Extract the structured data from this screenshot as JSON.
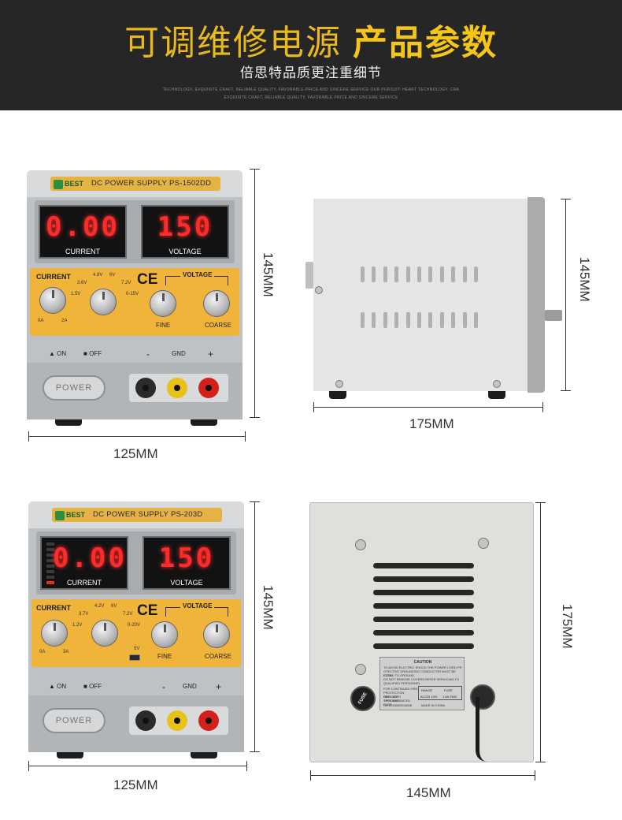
{
  "header": {
    "title_light": "可调维修电源",
    "title_bold": "产品参数",
    "subtitle": "倍思特品质更注重细节",
    "tagline_1": "TECHNOLOGY, EXQUISITE CRAFT, RELIABLE QUALITY, FAVORABLE PRICE AND SINCERE SERVICE OUR PURSUIT: HEART TECHNOLOGY, CRA",
    "tagline_2": "EXQUISITE CRAFT, RELIABLE QUALITY, FAVORABLE PRICE AND SINCERE SERVICE"
  },
  "unit1": {
    "model_label": "DC POWER SUPPLY PS-1502DD",
    "logo": "BEST",
    "current_display": "0.00",
    "voltage_display": "150",
    "current_label": "CURRENT",
    "voltage_label": "VOLTAGE",
    "ce": "CE",
    "current_cap": "CURRENT",
    "voltage_cap": "VOLTAGE",
    "scale_1": "1.5V",
    "scale_2": "3.6V",
    "scale_3": "4.8V",
    "scale_4": "6V",
    "scale_5": "7.2V",
    "scale_6": "0-15V",
    "amp_min": "0A",
    "amp_max": "2A",
    "fine": "FINE",
    "coarse": "COARSE",
    "on": "ON",
    "off": "OFF",
    "minus": "-",
    "gnd": "GND",
    "plus": "+",
    "power": "POWER"
  },
  "unit2": {
    "model_label": "DC POWER SUPPLY  PS-203D",
    "logo": "BEST",
    "current_display": "0.00",
    "voltage_display": "150",
    "current_label": "CURRENT",
    "voltage_label": "VOLTAGE",
    "ce": "CE",
    "current_cap": "CURRENT",
    "voltage_cap": "VOLTAGE",
    "scale_1": "1.2V",
    "scale_2": "3.7V",
    "scale_3": "4.2V",
    "scale_4": "6V",
    "scale_5": "7.2V",
    "scale_6": "0-20V",
    "usb": "5V",
    "amp_min": "0A",
    "amp_max": "3A",
    "fine": "FINE",
    "coarse": "COARSE",
    "on": "ON",
    "off": "OFF",
    "minus": "-",
    "gnd": "GND",
    "plus": "+",
    "power": "POWER"
  },
  "dimensions": {
    "front1_width": "125MM",
    "front1_height": "145MM",
    "side_width": "175MM",
    "side_height": "145MM",
    "front2_width": "125MM",
    "front2_height": "145MM",
    "rear_width": "145MM",
    "rear_height": "175MM"
  },
  "rear_plate": {
    "caution": "CAUTION",
    "line_1": "TO AVOID ELECTRIC SHOCK THE POWER CORD PR",
    "line_2": "OTECTIVE GROUNDING CONDUCTOR MUST BE CONN",
    "line_3": "ECTED TO GROUND",
    "line_4": "DO NOT REMOVE COVERS.REFER SERVICING TO",
    "line_5": "QUALIFIED PERSONNEL",
    "line_6": "FOR CONTINUED FIRE",
    "line_7": "PROTECTION REPLACE",
    "line_8": "ONLY WITH SPECIFIED",
    "line_9": "TYPE AND RATED FUSE",
    "line_10": "NO.2016060016808",
    "range_h": "RANGE",
    "fuse_h": "FUSE",
    "range_v": "AC220 10%",
    "fuse_v": "1.6A 250V",
    "made_in": "MADE IN CHINA",
    "fuse_cap": "FUSE"
  }
}
